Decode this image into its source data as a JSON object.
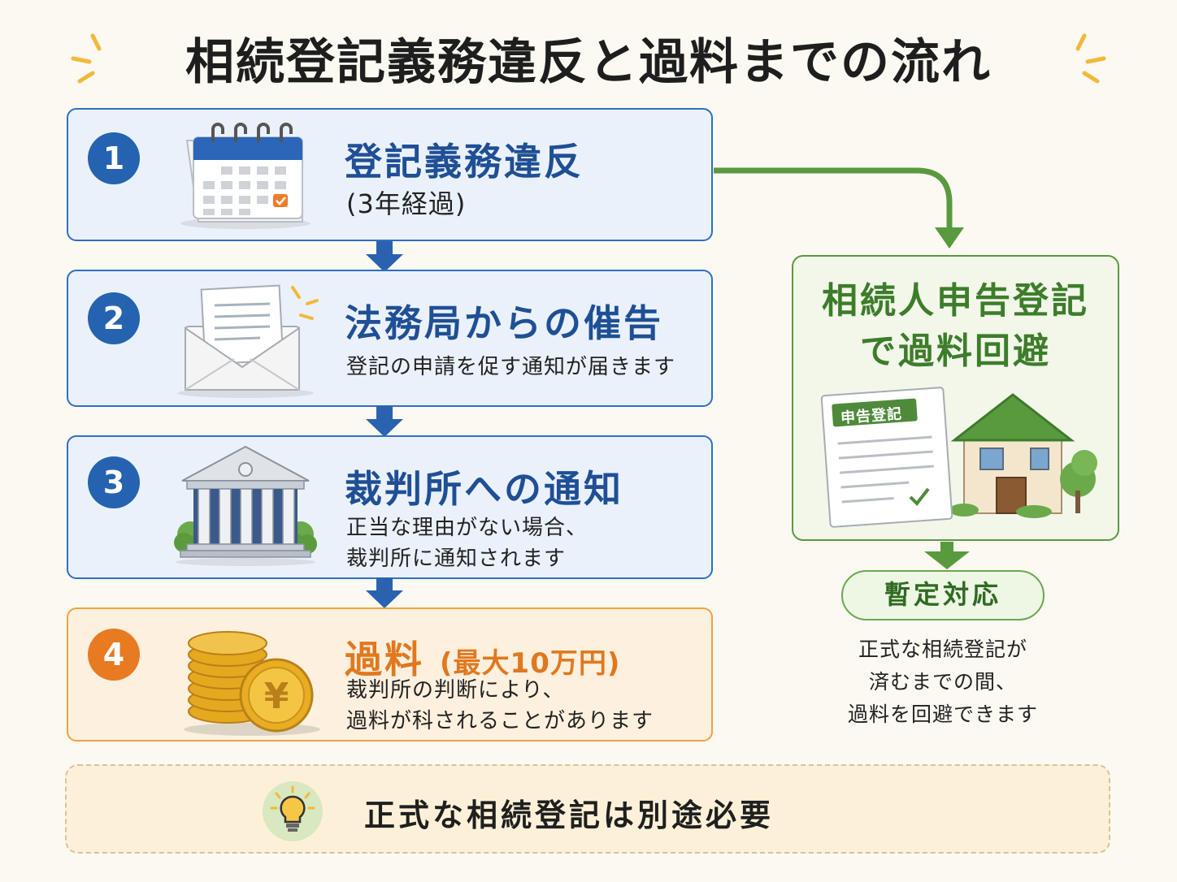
{
  "title": "相続登記義務違反と過料までの流れ",
  "steps": [
    {
      "number": "1",
      "title": "登記義務違反",
      "subtitle": "(3年経過)",
      "icon": "calendar-icon"
    },
    {
      "number": "2",
      "title": "法務局からの催告",
      "description": "登記の申請を促す通知が届きます",
      "icon": "envelope-icon"
    },
    {
      "number": "3",
      "title": "裁判所への通知",
      "description_lines": [
        "正当な理由がない場合、",
        "裁判所に通知されます"
      ],
      "icon": "courthouse-icon"
    },
    {
      "number": "4",
      "title": "過料",
      "title_note": "(最大10万円)",
      "description_lines": [
        "裁判所の判断により、",
        "過料が科されることがあります"
      ],
      "icon": "yen-coins-icon"
    }
  ],
  "alternative": {
    "title_lines": [
      "相続人申告登記",
      "で過料回避"
    ],
    "document_label": "申告登記",
    "badge": "暫定対応",
    "note_lines": [
      "正式な相続登記が",
      "済むまでの間、",
      "過料を回避できます"
    ]
  },
  "footer": {
    "text": "正式な相続登記は別途必要",
    "icon": "lightbulb-icon"
  },
  "colors": {
    "blue": "#2563b0",
    "orange": "#e87a22",
    "green": "#5a9a3e"
  }
}
